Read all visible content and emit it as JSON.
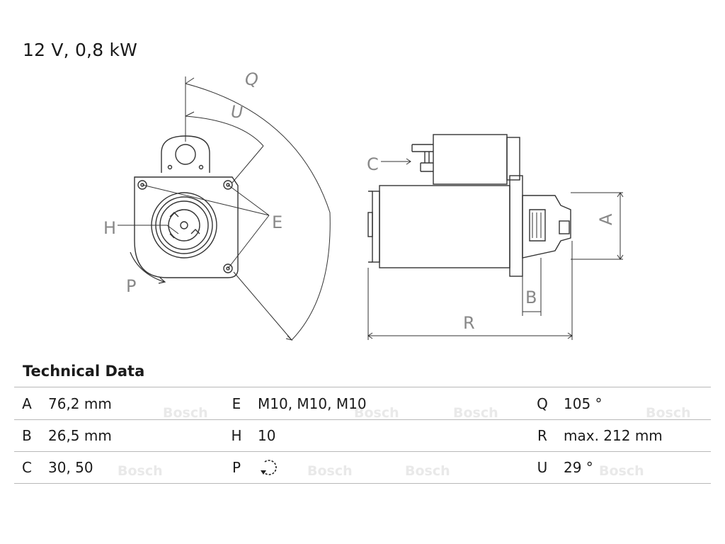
{
  "spec_line": "12 V, 0,8 kW",
  "diagram": {
    "labels": {
      "Q": "Q",
      "U": "U",
      "H": "H",
      "E": "E",
      "P": "P",
      "C": "C",
      "A": "A",
      "B": "B",
      "R": "R"
    }
  },
  "section_title": "Technical Data",
  "table": {
    "rows": [
      [
        {
          "label": "A",
          "value": "76,2 mm"
        },
        {
          "label": "E",
          "value": "M10, M10, M10"
        },
        {
          "label": "Q",
          "value": "105 °"
        }
      ],
      [
        {
          "label": "B",
          "value": "26,5 mm"
        },
        {
          "label": "H",
          "value": "10"
        },
        {
          "label": "R",
          "value": "max. 212 mm"
        }
      ],
      [
        {
          "label": "C",
          "value": "30, 50"
        },
        {
          "label": "P",
          "value": "",
          "icon": "rotation-direction-icon"
        },
        {
          "label": "U",
          "value": "29 °"
        }
      ]
    ]
  },
  "watermark": "Bosch"
}
